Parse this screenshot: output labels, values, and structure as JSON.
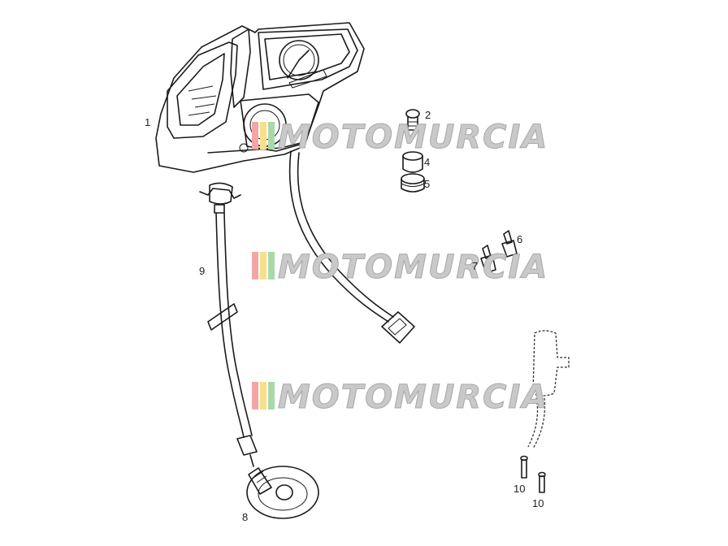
{
  "watermark": {
    "brand": "MOTOMURCIA",
    "stripe_colors": [
      "#f3a6a6",
      "#f6e08a",
      "#a9d8a9"
    ]
  },
  "callouts": [
    "1",
    "2",
    "4",
    "5",
    "6",
    "7",
    "8",
    "9",
    "10",
    "10"
  ]
}
